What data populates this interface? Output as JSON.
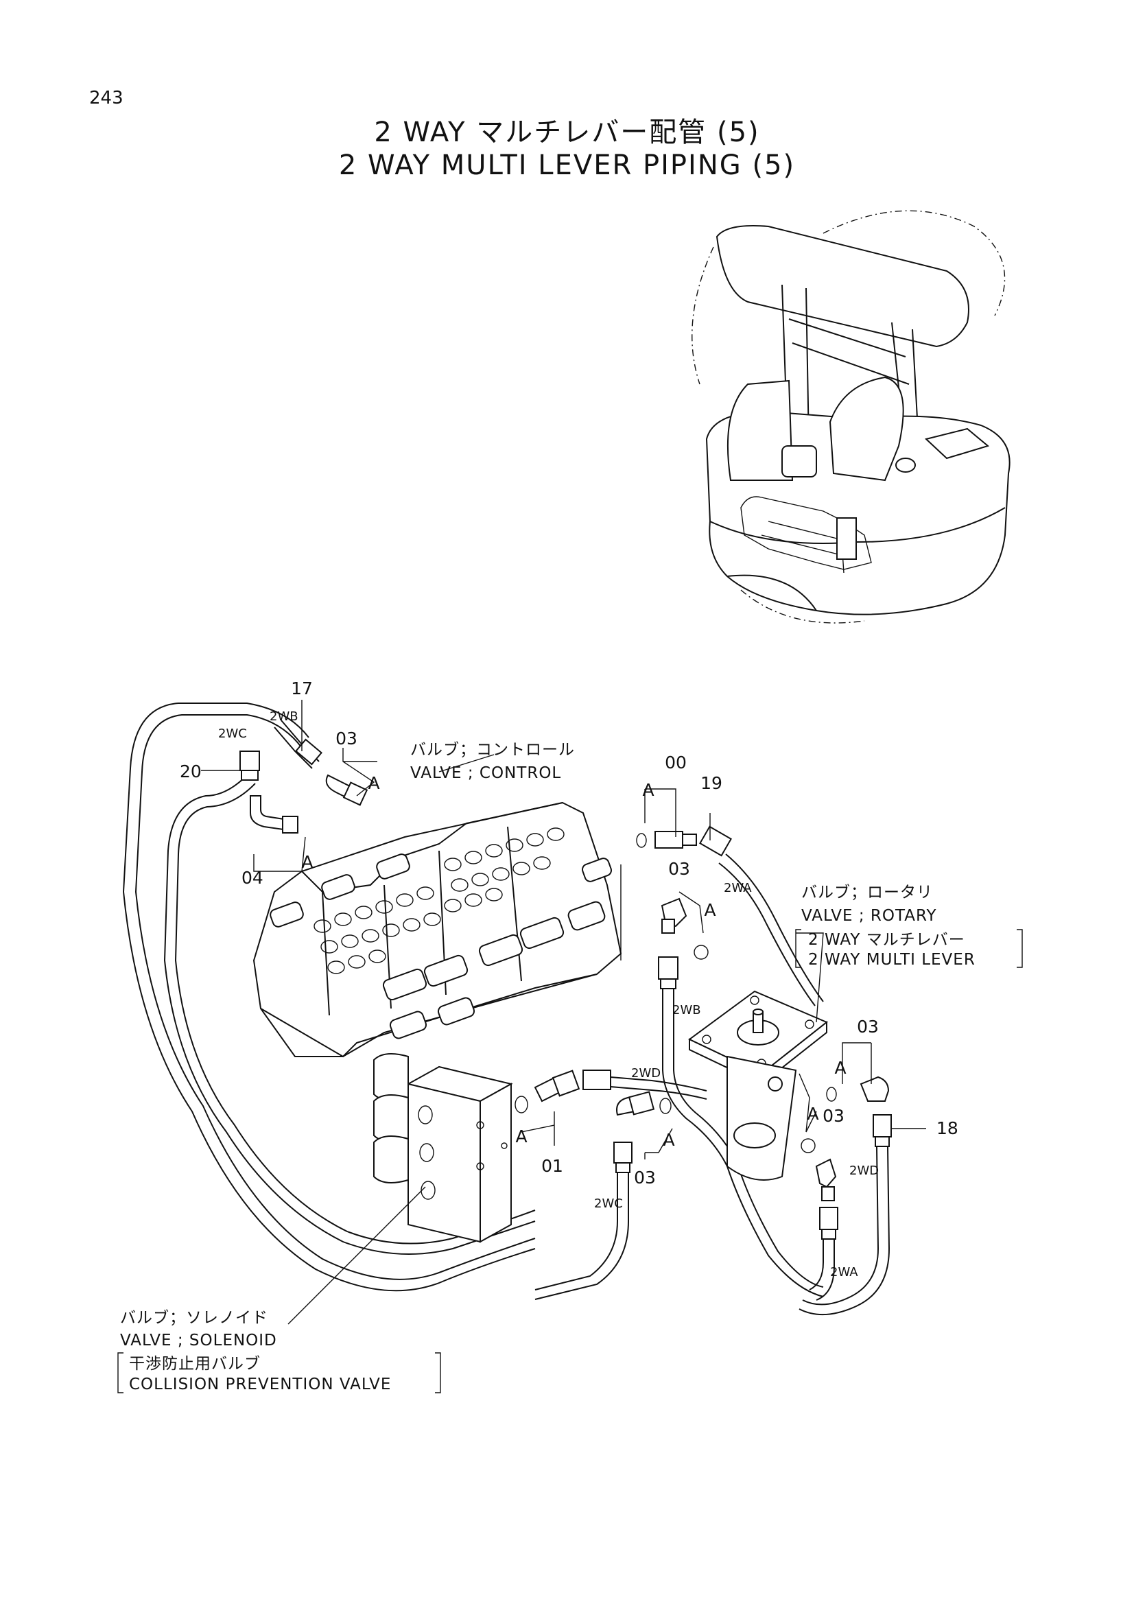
{
  "page_number": "243",
  "title_ja": "2 WAY マルチレバー配管 (5)",
  "title_en": "2 WAY MULTI LEVER PIPING (5)",
  "part_labels": {
    "p17": "17",
    "p03a": "03",
    "p20": "20",
    "p04": "04",
    "p00": "00",
    "p19": "19",
    "p03b": "03",
    "p03c": "03",
    "p03d": "03",
    "p03e": "03",
    "p01": "01",
    "p18": "18"
  },
  "seal_labels": [
    "A",
    "A",
    "A",
    "A",
    "A",
    "A",
    "A",
    "A"
  ],
  "hose_labels": {
    "h2wb_top": "2WB",
    "h2wc_top": "2WC",
    "h2wa_top": "2WA",
    "h2wb_mid": "2WB",
    "h2wd_mid": "2WD",
    "h2wc_bot": "2WC",
    "h2wd_right": "2WD",
    "h2wa_bot": "2WA"
  },
  "callouts": {
    "control_ja": "バルブ；コントロール",
    "control_en": "VALVE ; CONTROL",
    "rotary_ja": "バルブ；ロータリ",
    "rotary_en": "VALVE ; ROTARY",
    "rotary_sub_ja": "2 WAY マルチレバー",
    "rotary_sub_en": "2 WAY MULTI LEVER",
    "solenoid_ja": "バルブ；ソレノイド",
    "solenoid_en": "VALVE ; SOLENOID",
    "solenoid_sub_ja": "干渉防止用バルブ",
    "solenoid_sub_en": "COLLISION PREVENTION VALVE"
  }
}
